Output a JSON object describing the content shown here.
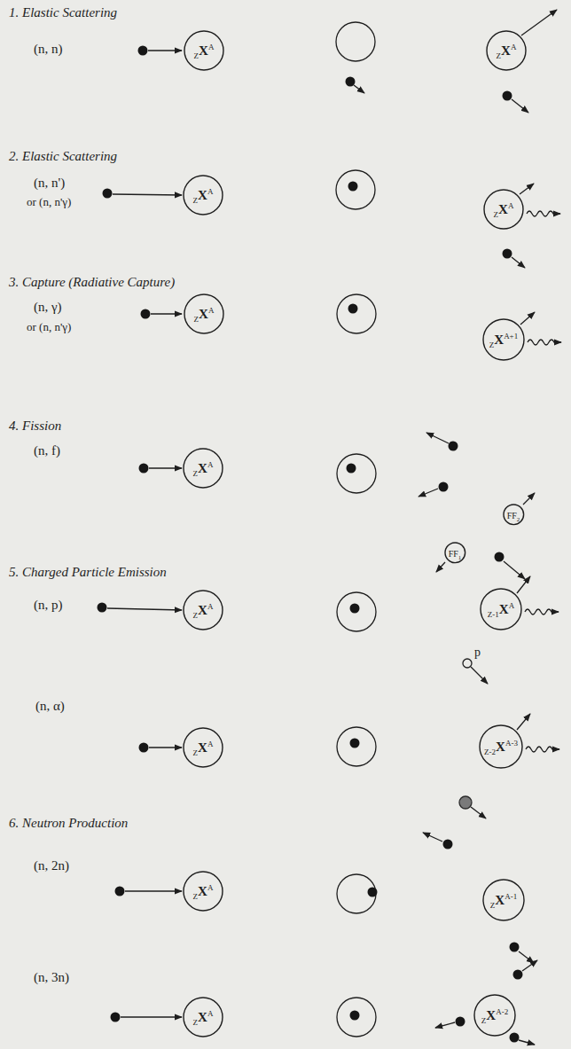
{
  "diagram": {
    "nodes": [
      {
        "text": [
          "ZXA"
        ]
      },
      {
        "text": [
          "ZXA"
        ]
      },
      {
        "text": [
          "ZXA"
        ]
      },
      {
        "text": [
          "ZXA"
        ]
      },
      {
        "text": [
          "ZXA"
        ]
      },
      {
        "text": [
          "ZXA+1"
        ]
      },
      {
        "text": [
          "ZXA"
        ]
      },
      {
        "text": [
          "FF2"
        ]
      },
      {
        "text": [
          "FF1"
        ]
      },
      {
        "text": [
          "ZXA"
        ]
      },
      {
        "text": [
          "Z-1XA"
        ]
      },
      {
        "text": [
          "ZXA"
        ]
      },
      {
        "text": [
          "Z-2XA-3"
        ]
      },
      {
        "text": [
          "ZXA"
        ]
      },
      {
        "text": [
          "ZXA-1"
        ]
      },
      {
        "text": [
          "ZXA"
        ]
      },
      {
        "text": [
          "ZXA-2"
        ]
      }
    ],
    "labels": [
      "1. Elastic Scattering",
      "(n, n)",
      "2. Elastic Scattering",
      "(n, n')",
      "or (n, n'γ)",
      "3. Capture (Radiative Capture)",
      "(n, γ)",
      "or (n, n'γ)",
      "4. Fission",
      "(n, f)",
      "5. Charged Particle Emission",
      "(n, p)",
      "p",
      "(n, α)",
      "6. Neutron Production",
      "(n, 2n)",
      "(n, 3n)"
    ]
  }
}
